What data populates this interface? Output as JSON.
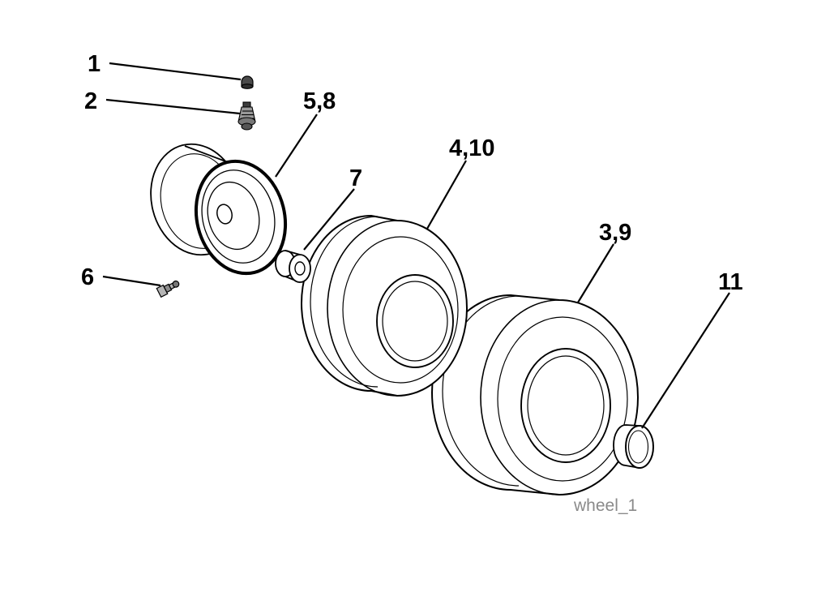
{
  "figure": {
    "caption": "wheel_1",
    "background_color": "#ffffff",
    "line_color": "#000000",
    "caption_color": "#8a8a8a"
  },
  "labels": {
    "part1": "1",
    "part2": "2",
    "part5_8": "5,8",
    "part7": "7",
    "part4_10": "4,10",
    "part3_9": "3,9",
    "part6": "6",
    "part11": "11"
  }
}
